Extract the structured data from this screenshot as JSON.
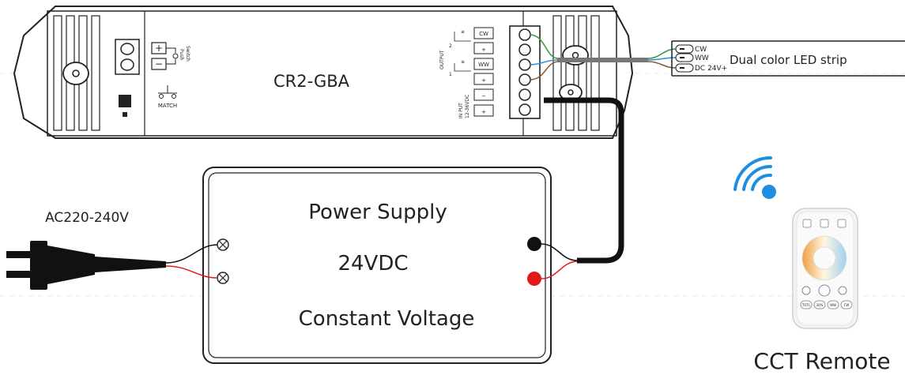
{
  "controller": {
    "model": "CR2-GBA",
    "match_label": "MATCH",
    "switch_push_label_1": "Switch",
    "switch_push_label_2": "Push",
    "output_label": "OUTPUT",
    "input_label_1": "IN PUT",
    "input_label_2": "12-36VDC",
    "channel_1": "1",
    "channel_2": "2",
    "terminals": [
      "CW",
      "+",
      "WW",
      "+",
      "−",
      "+"
    ],
    "left_terminals": [
      "+",
      "−"
    ]
  },
  "led_strip": {
    "label": "Dual color LED strip",
    "wires": [
      "CW",
      "WW",
      "DC 24V+"
    ]
  },
  "power_supply": {
    "line1": "Power Supply",
    "line2": "24VDC",
    "line3": "Constant Voltage"
  },
  "ac_input": {
    "label": "AC220-240V"
  },
  "remote": {
    "label": "CCT Remote",
    "buttons": [
      "TOTL",
      "30%",
      "WW",
      "CW"
    ]
  },
  "colors": {
    "wire_black": "#111111",
    "wire_red": "#e11919",
    "wire_green": "#2e9b3a",
    "wire_blue": "#2f8fd6",
    "wire_brown": "#8a5a2b",
    "signal_blue": "#1e8fe0"
  },
  "icons": [
    "wifi-signal-icon",
    "plug-icon",
    "screw-terminal-icon"
  ]
}
